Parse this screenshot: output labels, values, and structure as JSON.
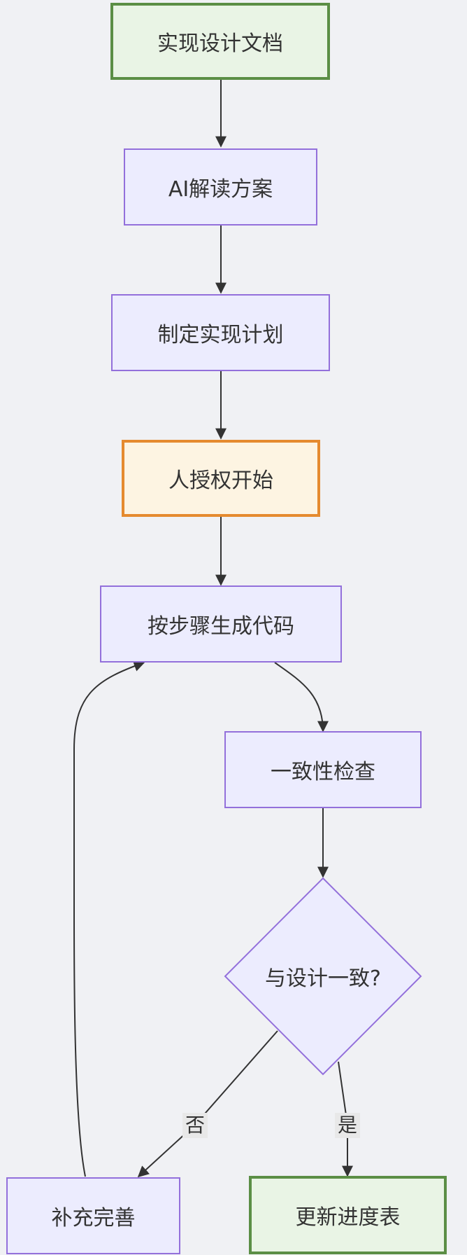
{
  "diagram": {
    "nodes": {
      "n1": "实现设计文档",
      "n2": "AI解读方案",
      "n3": "制定实现计划",
      "n4": "人授权开始",
      "n5": "按步骤生成代码",
      "n6": "一致性检查",
      "n7": "与设计一致?",
      "n8": "补充完善",
      "n9": "更新进度表"
    },
    "edge_labels": {
      "no": "否",
      "yes": "是"
    },
    "colors": {
      "background": "#f0f1f4",
      "default_fill": "#ececfe",
      "default_stroke": "#9370db",
      "start_end_fill": "#e9f4e5",
      "start_end_stroke": "#5b8e45",
      "auth_fill": "#fdf4e2",
      "auth_stroke": "#e58a2e",
      "edge": "#333333"
    }
  }
}
